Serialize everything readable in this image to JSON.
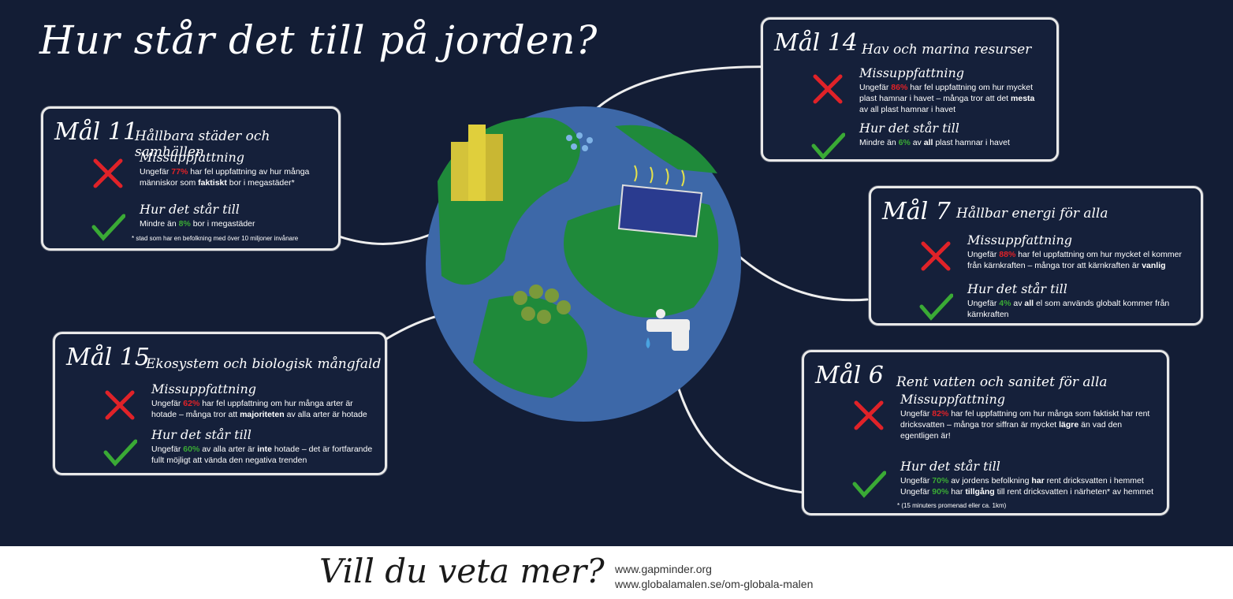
{
  "title": "Hur står det till på jorden?",
  "labels": {
    "misconception": "Missuppfattning",
    "reality": "Hur det står till"
  },
  "colors": {
    "background": "#131d35",
    "red": "#e02228",
    "green": "#3aaa35",
    "ocean": "#3d68a8",
    "land": "#1f8a3a"
  },
  "cards": [
    {
      "goal": "Mål 11",
      "title": "Hållbara städer och samhällen",
      "mis": [
        {
          "t": "Ungefär "
        },
        {
          "t": "77%",
          "s": "red"
        },
        {
          "t": " har fel uppfattning av hur många människor som "
        },
        {
          "t": "faktiskt",
          "s": "bold"
        },
        {
          "t": " bor i megastäder*"
        }
      ],
      "real": [
        {
          "t": "Mindre än "
        },
        {
          "t": "8%",
          "s": "green"
        },
        {
          "t": " bor i megastäder"
        }
      ],
      "note": "* stad som har en befolkning med över 10 miljoner invånare"
    },
    {
      "goal": "Mål 14",
      "title": "Hav och marina resurser",
      "mis": [
        {
          "t": "Ungefär "
        },
        {
          "t": "86%",
          "s": "red"
        },
        {
          "t": " har fel uppfattning om hur mycket plast hamnar i havet – många tror att det "
        },
        {
          "t": "mesta",
          "s": "bold"
        },
        {
          "t": " av all plast hamnar i havet"
        }
      ],
      "real": [
        {
          "t": "Mindre än "
        },
        {
          "t": "6%",
          "s": "green"
        },
        {
          "t": " av "
        },
        {
          "t": "all",
          "s": "bold"
        },
        {
          "t": " plast hamnar i havet"
        }
      ]
    },
    {
      "goal": "Mål 7",
      "title": "Hållbar energi för alla",
      "mis": [
        {
          "t": "Ungefär "
        },
        {
          "t": "88%",
          "s": "red"
        },
        {
          "t": " har fel uppfattning om hur mycket el kommer från kärnkraften – många tror att kärnkraften är "
        },
        {
          "t": "vanlig",
          "s": "bold"
        }
      ],
      "real": [
        {
          "t": "Ungefär "
        },
        {
          "t": "4%",
          "s": "green"
        },
        {
          "t": " av "
        },
        {
          "t": "all",
          "s": "bold"
        },
        {
          "t": " el som används globalt kommer från kärnkraften"
        }
      ]
    },
    {
      "goal": "Mål 15",
      "title": "Ekosystem och biologisk mångfald",
      "mis": [
        {
          "t": "Ungefär "
        },
        {
          "t": "62%",
          "s": "red"
        },
        {
          "t": " har fel uppfattning om hur många arter är hotade – många tror att "
        },
        {
          "t": "majoriteten",
          "s": "bold"
        },
        {
          "t": " av alla arter är hotade"
        }
      ],
      "real": [
        {
          "t": "Ungefär "
        },
        {
          "t": "60%",
          "s": "green"
        },
        {
          "t": " av alla arter är "
        },
        {
          "t": "inte",
          "s": "bold"
        },
        {
          "t": " hotade – det är fortfarande fullt möjligt att vända den negativa trenden"
        }
      ]
    },
    {
      "goal": "Mål 6",
      "title": "Rent vatten och sanitet för alla",
      "mis": [
        {
          "t": "Ungefär "
        },
        {
          "t": "82%",
          "s": "red"
        },
        {
          "t": " har fel uppfattning om hur många som faktiskt har rent dricksvatten – många tror siffran är mycket "
        },
        {
          "t": "lägre",
          "s": "bold"
        },
        {
          "t": " än vad den egentligen är!"
        }
      ],
      "real": [
        {
          "t": "Ungefär "
        },
        {
          "t": "70%",
          "s": "green"
        },
        {
          "t": " av jordens befolkning "
        },
        {
          "t": "har",
          "s": "bold"
        },
        {
          "t": " rent dricksvatten i hemmet\nUngefär "
        },
        {
          "t": "90%",
          "s": "green"
        },
        {
          "t": " har "
        },
        {
          "t": "tillgång",
          "s": "bold"
        },
        {
          "t": " till rent dricksvatten i närheten* av hemmet"
        }
      ],
      "note": "* (15 minuters promenad eller ca. 1km)"
    }
  ],
  "footer": {
    "question": "Vill du veta mer?",
    "links": [
      "www.gapminder.org",
      "www.globalamalen.se/om-globala-malen"
    ]
  }
}
